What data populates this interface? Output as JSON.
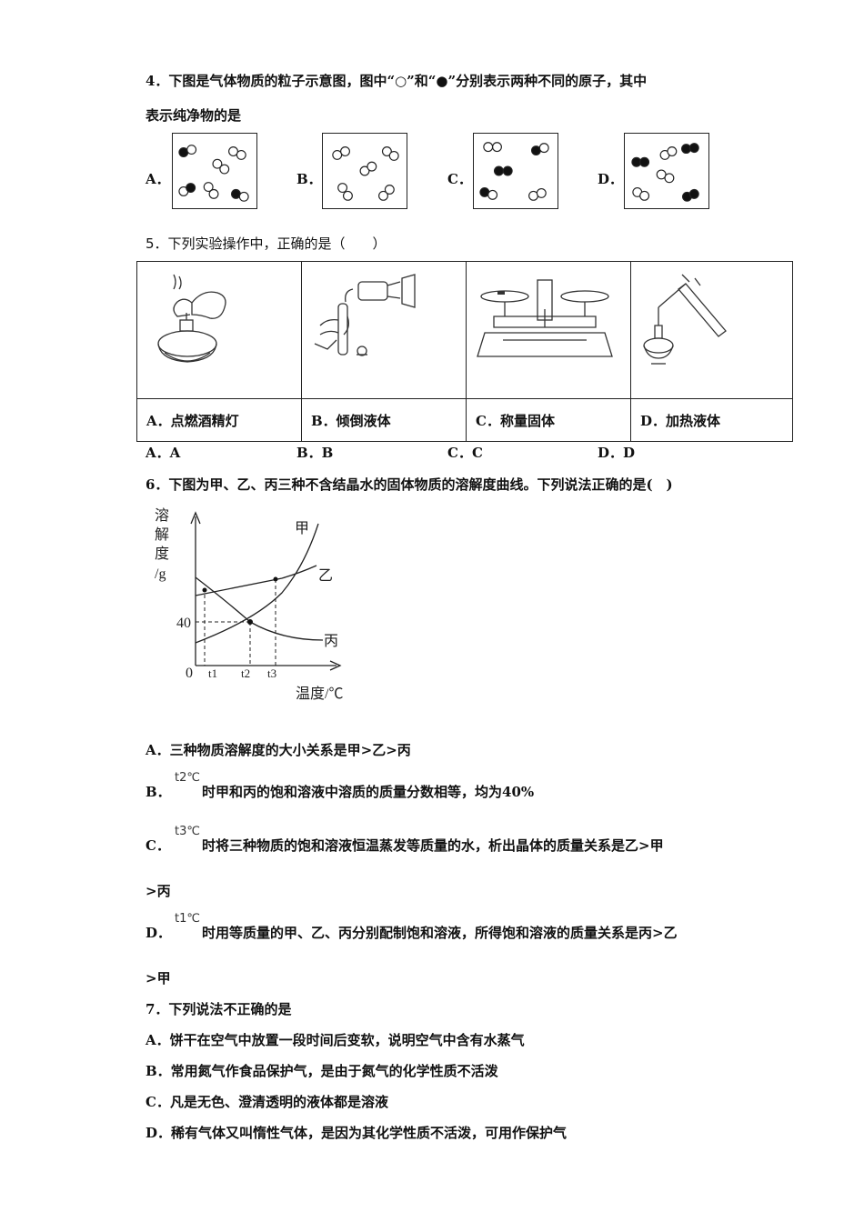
{
  "q4": {
    "stem_line1": "4．下图是气体物质的粒子示意图，图中“○”和“●”分别表示两种不同的原子，其中",
    "stem_line2": "表示纯净物的是",
    "options": [
      "A．",
      "B．",
      "C．",
      "D．"
    ]
  },
  "q5": {
    "stem": "5．下列实验操作中，正确的是（　　）",
    "captions": [
      "A．点燃酒精灯",
      "B．倾倒液体",
      "C．称量固体",
      "D．加热液体"
    ],
    "answers": [
      "A．A",
      "B．B",
      "C．C",
      "D．D"
    ]
  },
  "q6": {
    "stem": "6．下图为甲、乙、丙三种不含结晶水的固体物质的溶解度曲线。下列说法正确的是(　)",
    "chart_data": {
      "type": "line",
      "ylabel": "溶解度/g",
      "xlabel": "温度/℃",
      "x_ticks": [
        "0",
        "t1",
        "t2",
        "t3"
      ],
      "y_ticks": [
        "40"
      ],
      "series": [
        {
          "name": "甲",
          "trend": "increasing steeply"
        },
        {
          "name": "乙",
          "trend": "increasing slowly"
        },
        {
          "name": "丙",
          "trend": "decreasing"
        }
      ],
      "intersections": [
        {
          "series": [
            "甲",
            "丙"
          ],
          "x": "t2",
          "y": 40
        },
        {
          "series": [
            "甲",
            "乙"
          ],
          "x": "t3"
        }
      ]
    },
    "y_label_chars": [
      "溶",
      "解",
      "度",
      "/g"
    ],
    "x_label": "温度/℃",
    "tick_40": "40",
    "tick_0": "0",
    "tick_t1": "t1",
    "tick_t2": "t2",
    "tick_t3": "t3",
    "series_labels": {
      "jia": "甲",
      "yi": "乙",
      "bing": "丙"
    },
    "option_a": "A．三种物质溶解度的大小关系是甲>乙>丙",
    "option_b_prefix": "B．",
    "option_b_temp": "t2℃",
    "option_b_text": "时甲和丙的饱和溶液中溶质的质量分数相等，均为40%",
    "option_c_prefix": "C．",
    "option_c_temp": "t3℃",
    "option_c_text": "时将三种物质的饱和溶液恒温蒸发等质量的水，析出晶体的质量关系是乙>甲",
    "option_c_cont": ">丙",
    "option_d_prefix": "D．",
    "option_d_temp": "t1℃",
    "option_d_text": "时用等质量的甲、乙、丙分别配制饱和溶液，所得饱和溶液的质量关系是丙>乙",
    "option_d_cont": ">甲"
  },
  "q7": {
    "stem": "7．下列说法不正确的是",
    "options": [
      "A．饼干在空气中放置一段时间后变软，说明空气中含有水蒸气",
      "B．常用氮气作食品保护气，是由于氮气的化学性质不活泼",
      "C．凡是无色、澄清透明的液体都是溶液",
      "D．稀有气体又叫惰性气体，是因为其化学性质不活泼，可用作保护气"
    ]
  }
}
